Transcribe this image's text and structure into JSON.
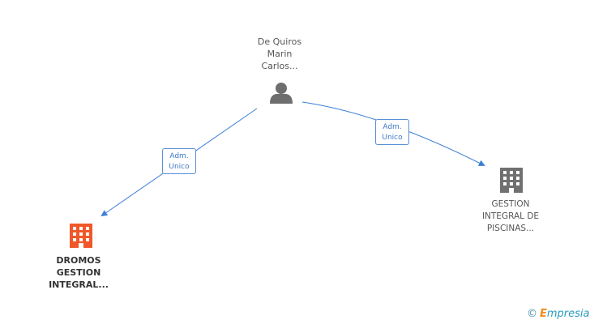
{
  "nodes": {
    "person": {
      "lines": [
        "De Quiros",
        "Marin",
        "Carlos..."
      ],
      "icon": "person-icon"
    },
    "dromos": {
      "lines": [
        "DROMOS",
        "GESTION",
        "INTEGRAL..."
      ],
      "icon": "building-icon",
      "color": "#f0582a"
    },
    "gestion": {
      "lines": [
        "GESTION",
        "INTEGRAL DE",
        "PISCINAS..."
      ],
      "icon": "building-icon",
      "color": "#707070"
    }
  },
  "edges": [
    {
      "from": "person",
      "to": "dromos",
      "label": [
        "Adm.",
        "Unico"
      ]
    },
    {
      "from": "person",
      "to": "gestion",
      "label": [
        "Adm.",
        "Unico"
      ]
    }
  ],
  "colors": {
    "edge": "#3d7fd6",
    "person_icon": "#6e6e6e"
  },
  "watermark": {
    "copyright": "©",
    "brand_initial": "E",
    "brand_rest": "mpresia"
  }
}
